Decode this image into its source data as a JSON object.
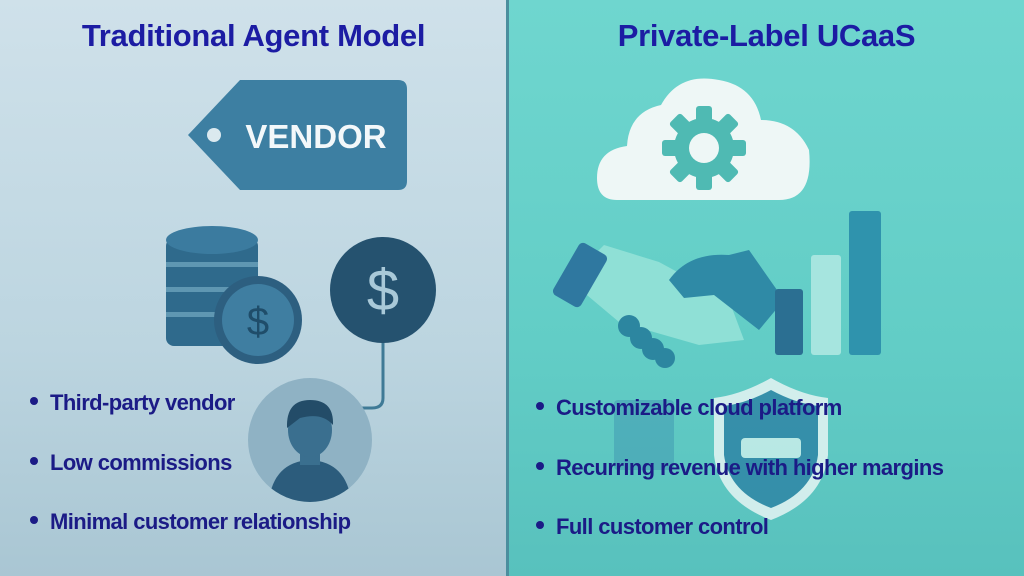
{
  "left": {
    "title": "Traditional Agent Model",
    "tag_label": "VENDOR",
    "icons": [
      "price-tag-icon",
      "coin-stack-icon",
      "dollar-coin-icon",
      "person-icon"
    ],
    "bullets": [
      "Third-party vendor",
      "Low commissions",
      "Minimal customer relationship"
    ]
  },
  "right": {
    "title": "Private-Label UCaaS",
    "icons": [
      "cloud-gear-icon",
      "handshake-icon",
      "bar-growth-icon",
      "shield-icon"
    ],
    "bullets": [
      "Customizable cloud platform",
      "Recurring revenue with higher margins",
      "Full customer control"
    ]
  },
  "colors": {
    "title": "#1c1ca3",
    "bullet_text": "#1b1b86",
    "left_bg": "#c3d9e3",
    "right_bg": "#64cfc8",
    "divider": "#4b8e9e",
    "icon_dark": "#2f5f7f",
    "icon_mid": "#3f7fa0"
  }
}
